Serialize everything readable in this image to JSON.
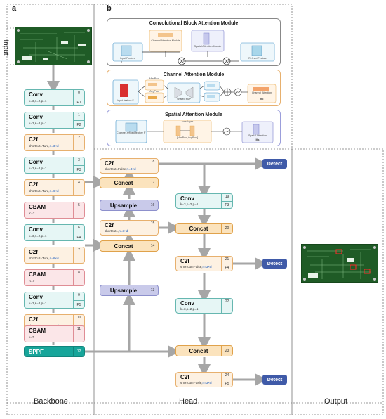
{
  "panel_letters": {
    "a": "a",
    "b": "b"
  },
  "input_label": "Input",
  "section_labels": {
    "backbone": "Backbone",
    "head": "Head",
    "output": "Output"
  },
  "backbone": [
    {
      "name": "Conv",
      "params": "k=3,s=2,p=1",
      "idx": "0",
      "tag": "P1"
    },
    {
      "name": "Conv",
      "params": "k=3,s=2,p=1",
      "idx": "1",
      "tag": "P2"
    },
    {
      "name": "C2f",
      "params": "shortcut=Ture,n=3×d",
      "idx": "2",
      "tag": ""
    },
    {
      "name": "Conv",
      "params": "k=3,s=2,p=1",
      "idx": "3",
      "tag": "P3"
    },
    {
      "name": "C2f",
      "params": "shortcut=Ture,n=6×d",
      "idx": "4",
      "tag": ""
    },
    {
      "name": "CBAM",
      "params": "K=7",
      "idx": "5",
      "tag": ""
    },
    {
      "name": "Conv",
      "params": "k=3,s=2,p=1",
      "idx": "6",
      "tag": "P4"
    },
    {
      "name": "C2f",
      "params": "shortcut=Ture,n=6×d",
      "idx": "7",
      "tag": ""
    },
    {
      "name": "CBAM",
      "params": "K=7",
      "idx": "8",
      "tag": ""
    },
    {
      "name": "Conv",
      "params": "k=3,s=2,p=1",
      "idx": "9",
      "tag": "P5"
    },
    {
      "name": "C2f",
      "params": "shortcut=Ture,n=3×d",
      "idx": "10",
      "tag": ""
    },
    {
      "name": "CBAM",
      "params": "k=7",
      "idx": "11",
      "tag": ""
    },
    {
      "name": "SPPF",
      "params": "",
      "idx": "12",
      "tag": ""
    }
  ],
  "head": [
    {
      "name": "C2f",
      "params": "shortcut=False,n=3×d",
      "idx": "18",
      "tag": ""
    },
    {
      "name": "Concat",
      "idx": "17"
    },
    {
      "name": "Upsample",
      "idx": "16"
    },
    {
      "name": "C2f",
      "params": "shortcut=,n=3×d",
      "idx": "15",
      "tag": ""
    },
    {
      "name": "Concat",
      "idx": "14"
    },
    {
      "name": "Upsample",
      "idx": "13"
    },
    {
      "name": "Conv",
      "params": "k=3,s=2,p=1",
      "idx": "19",
      "tag": "P3"
    },
    {
      "name": "Concat",
      "idx": "20"
    },
    {
      "name": "C2f",
      "params": "shortcut=False,n=3×d",
      "idx": "21",
      "tag": "P4"
    },
    {
      "name": "Conv",
      "params": "k=3,s=2,p=1",
      "idx": "22",
      "tag": ""
    },
    {
      "name": "Concat",
      "idx": "23"
    },
    {
      "name": "C2f",
      "params": "shortcut=Fasle,n=3×d",
      "idx": "24",
      "tag": "P5"
    }
  ],
  "detect_label": "Detect",
  "modules": {
    "cbam": {
      "title": "Convolutional Block Attention Module",
      "input": "Input Feature",
      "channel": "Channel Attention Module",
      "spatial": "Spatial Attention Module",
      "refined": "Refined Feature"
    },
    "cam": {
      "title": "Channel Attention Module",
      "input": "Input feature F",
      "maxpool": "MaxPool",
      "avgpool": "AvgPool",
      "mlp": "Shared MLP",
      "out": "Channel Attention",
      "out_sub": "Mc"
    },
    "sam": {
      "title": "Spatial Attention Module",
      "input": "Channel-refined feature F'",
      "conv": "conv layer",
      "pool": "[MaxPool,AvgPool]",
      "out": "Spatial Attention",
      "out_sub": "Ms"
    }
  },
  "colors": {
    "teal": "#66b7b0",
    "orange": "#e7b06e",
    "pink": "#df8d95",
    "concat": "#e0a24b",
    "upsample": "#8d90cc",
    "sppf": "#17a59a",
    "detect": "#3f5aa8",
    "arrow": "#a6a6a6"
  }
}
